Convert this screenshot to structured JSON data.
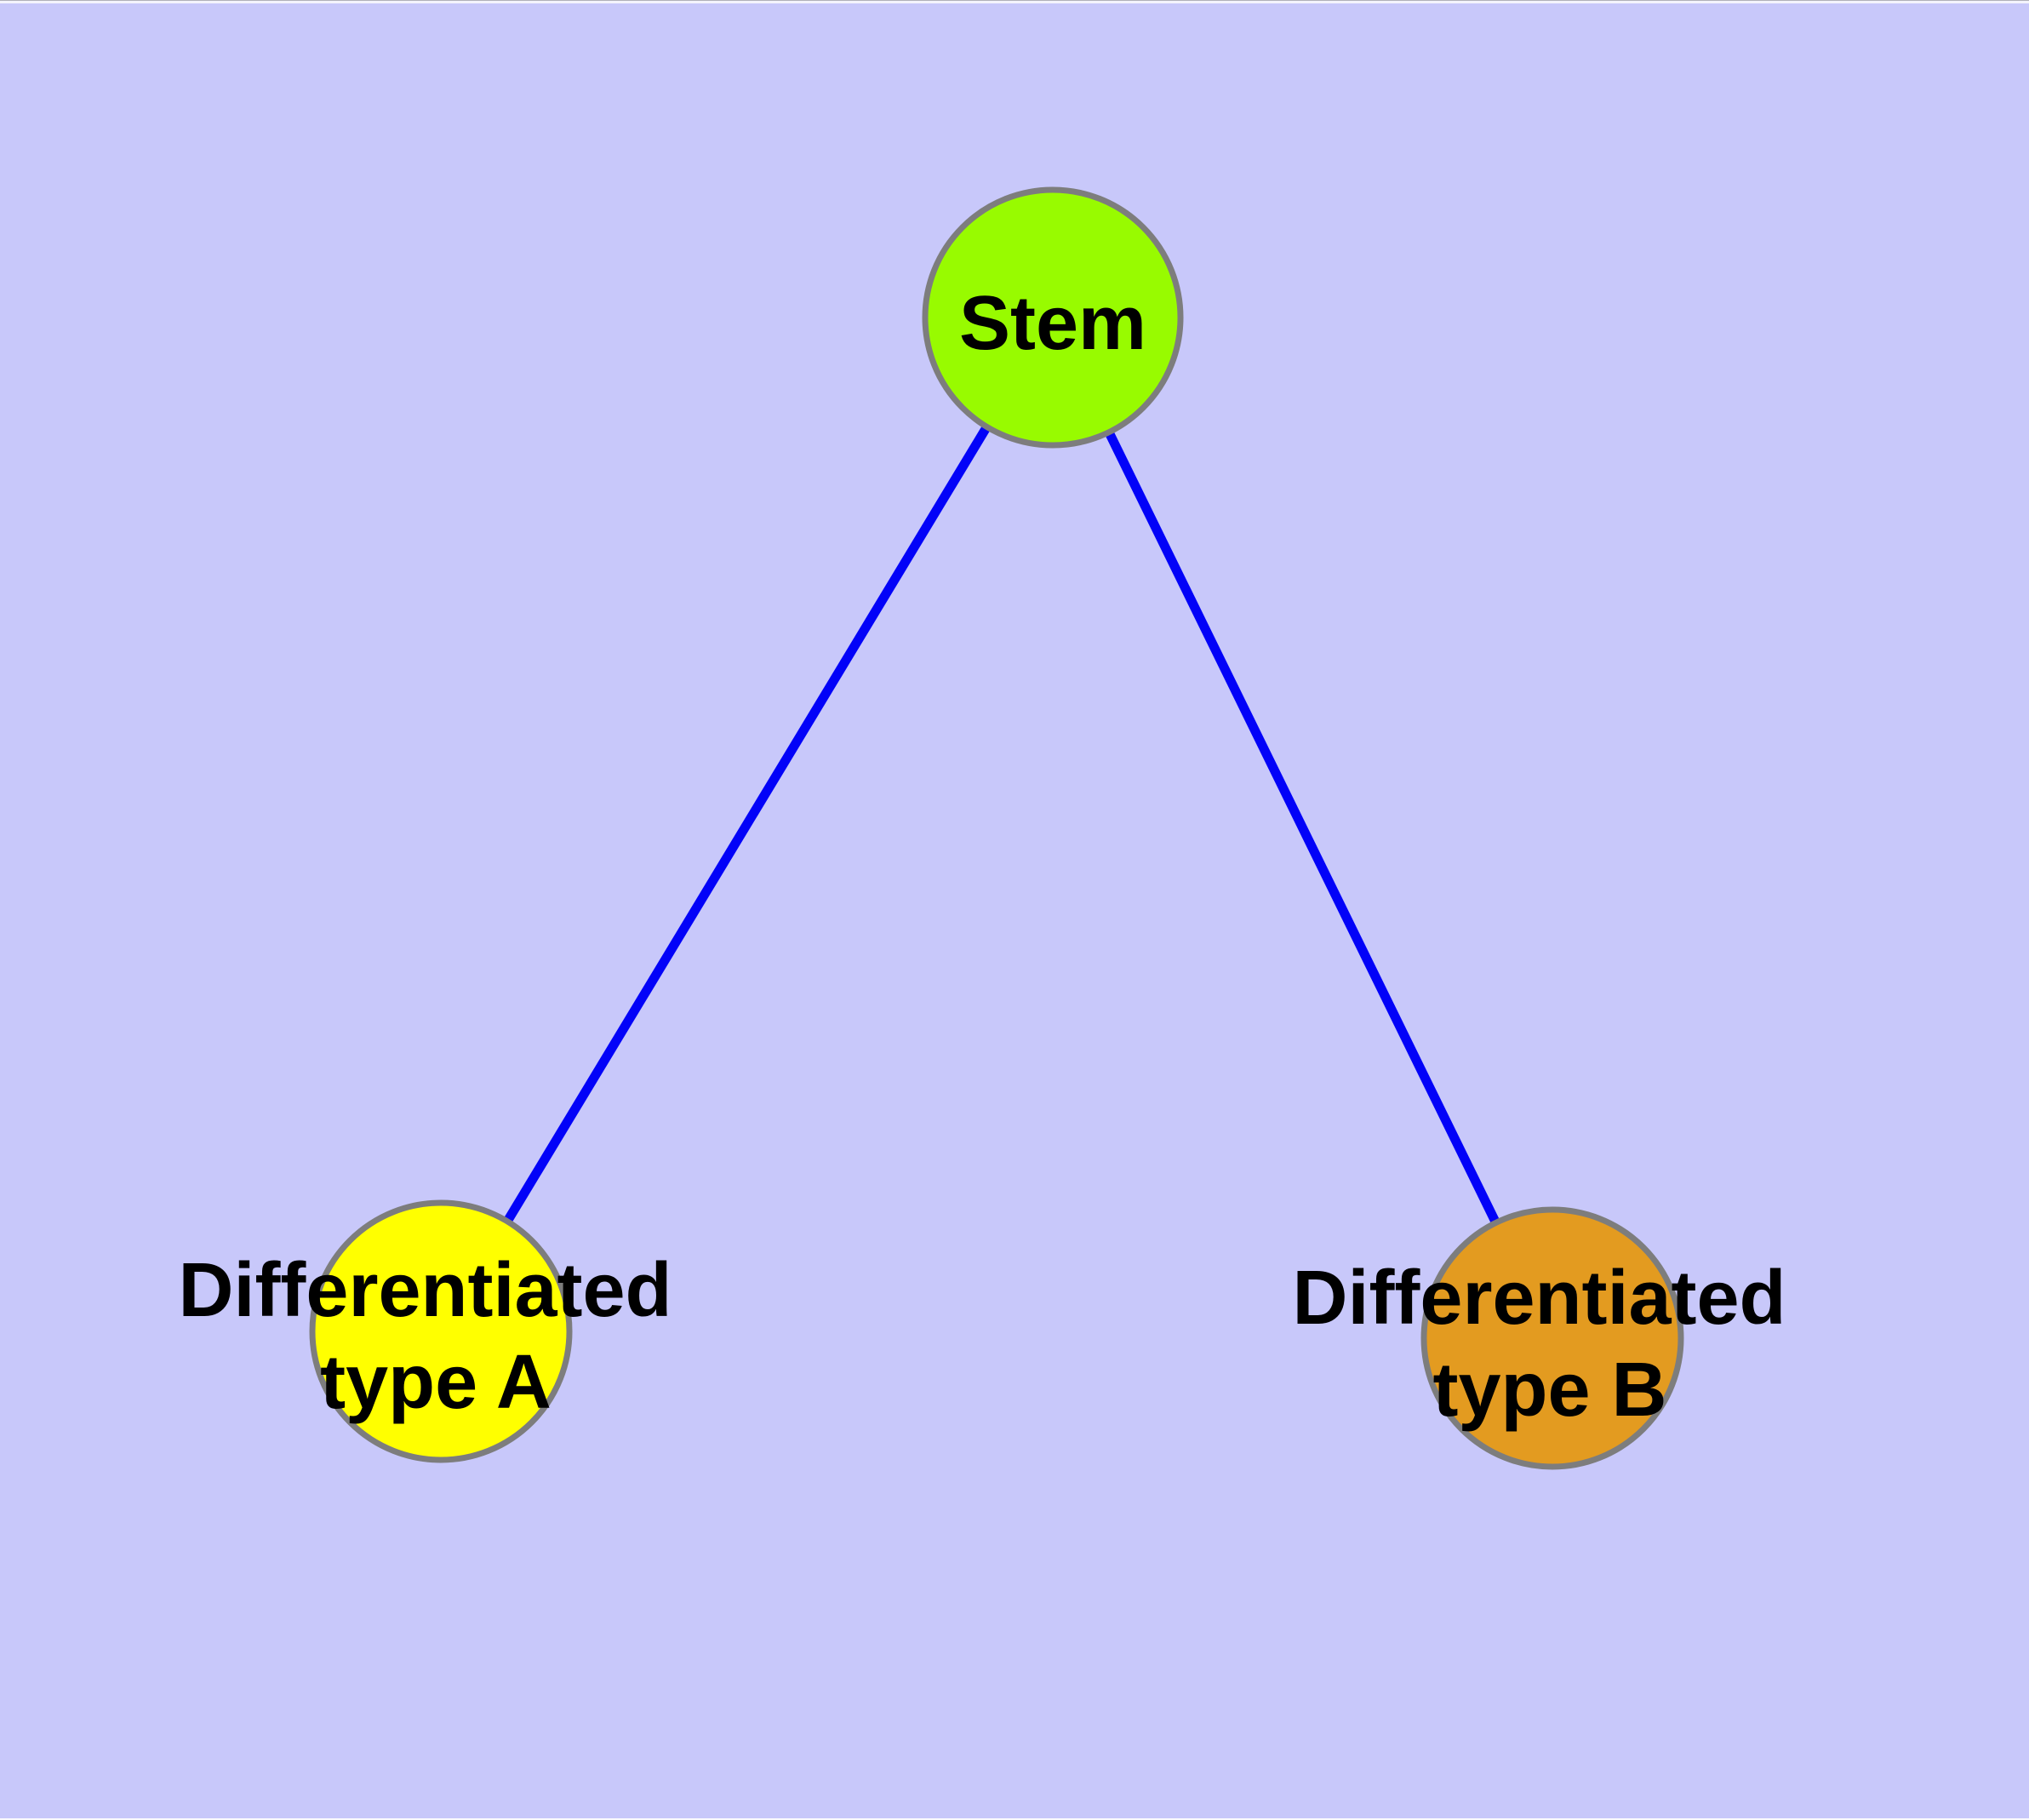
{
  "diagram": {
    "background_color": "#C8C8FA",
    "edge_color": "#0202F8",
    "node_border_color": "#7D7D7D",
    "label_color": "#000000",
    "nodes": [
      {
        "id": "stem",
        "label": "Stem",
        "line1": "Stem",
        "line2": "",
        "color": "#98FB00"
      },
      {
        "id": "differentiated-type-a",
        "label": "Differentiated type A",
        "line1": "Differentiated",
        "line2": "type A",
        "color": "#FFFF00"
      },
      {
        "id": "differentiated-type-b",
        "label": "Differentiated type B",
        "line1": "Differentiated",
        "line2": "type B",
        "color": "#E39B20"
      }
    ],
    "edges": [
      {
        "from": "Stem",
        "to": "Differentiated type A"
      },
      {
        "from": "Stem",
        "to": "Differentiated type B"
      }
    ]
  }
}
